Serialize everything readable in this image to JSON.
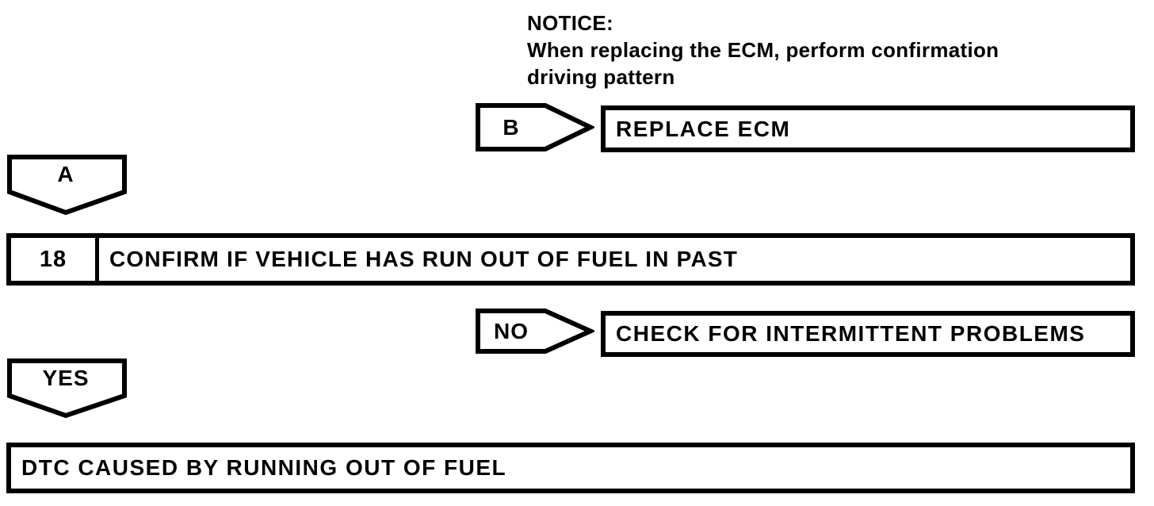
{
  "notice": {
    "heading": "NOTICE:",
    "line1": "When replacing the ECM, perform confirmation",
    "line2": "driving pattern"
  },
  "branch_b": {
    "connector_label": "B",
    "action_label": "REPLACE ECM"
  },
  "connector_a": {
    "label": "A"
  },
  "step_18": {
    "number": "18",
    "title": "CONFIRM IF VEHICLE HAS RUN OUT OF FUEL IN PAST"
  },
  "branch_no": {
    "connector_label": "NO",
    "action_label": "CHECK FOR INTERMITTENT PROBLEMS"
  },
  "connector_yes": {
    "label": "YES"
  },
  "result": {
    "label": "DTC CAUSED BY RUNNING OUT OF FUEL"
  },
  "colors": {
    "ink": "#000000",
    "paper": "#ffffff"
  }
}
